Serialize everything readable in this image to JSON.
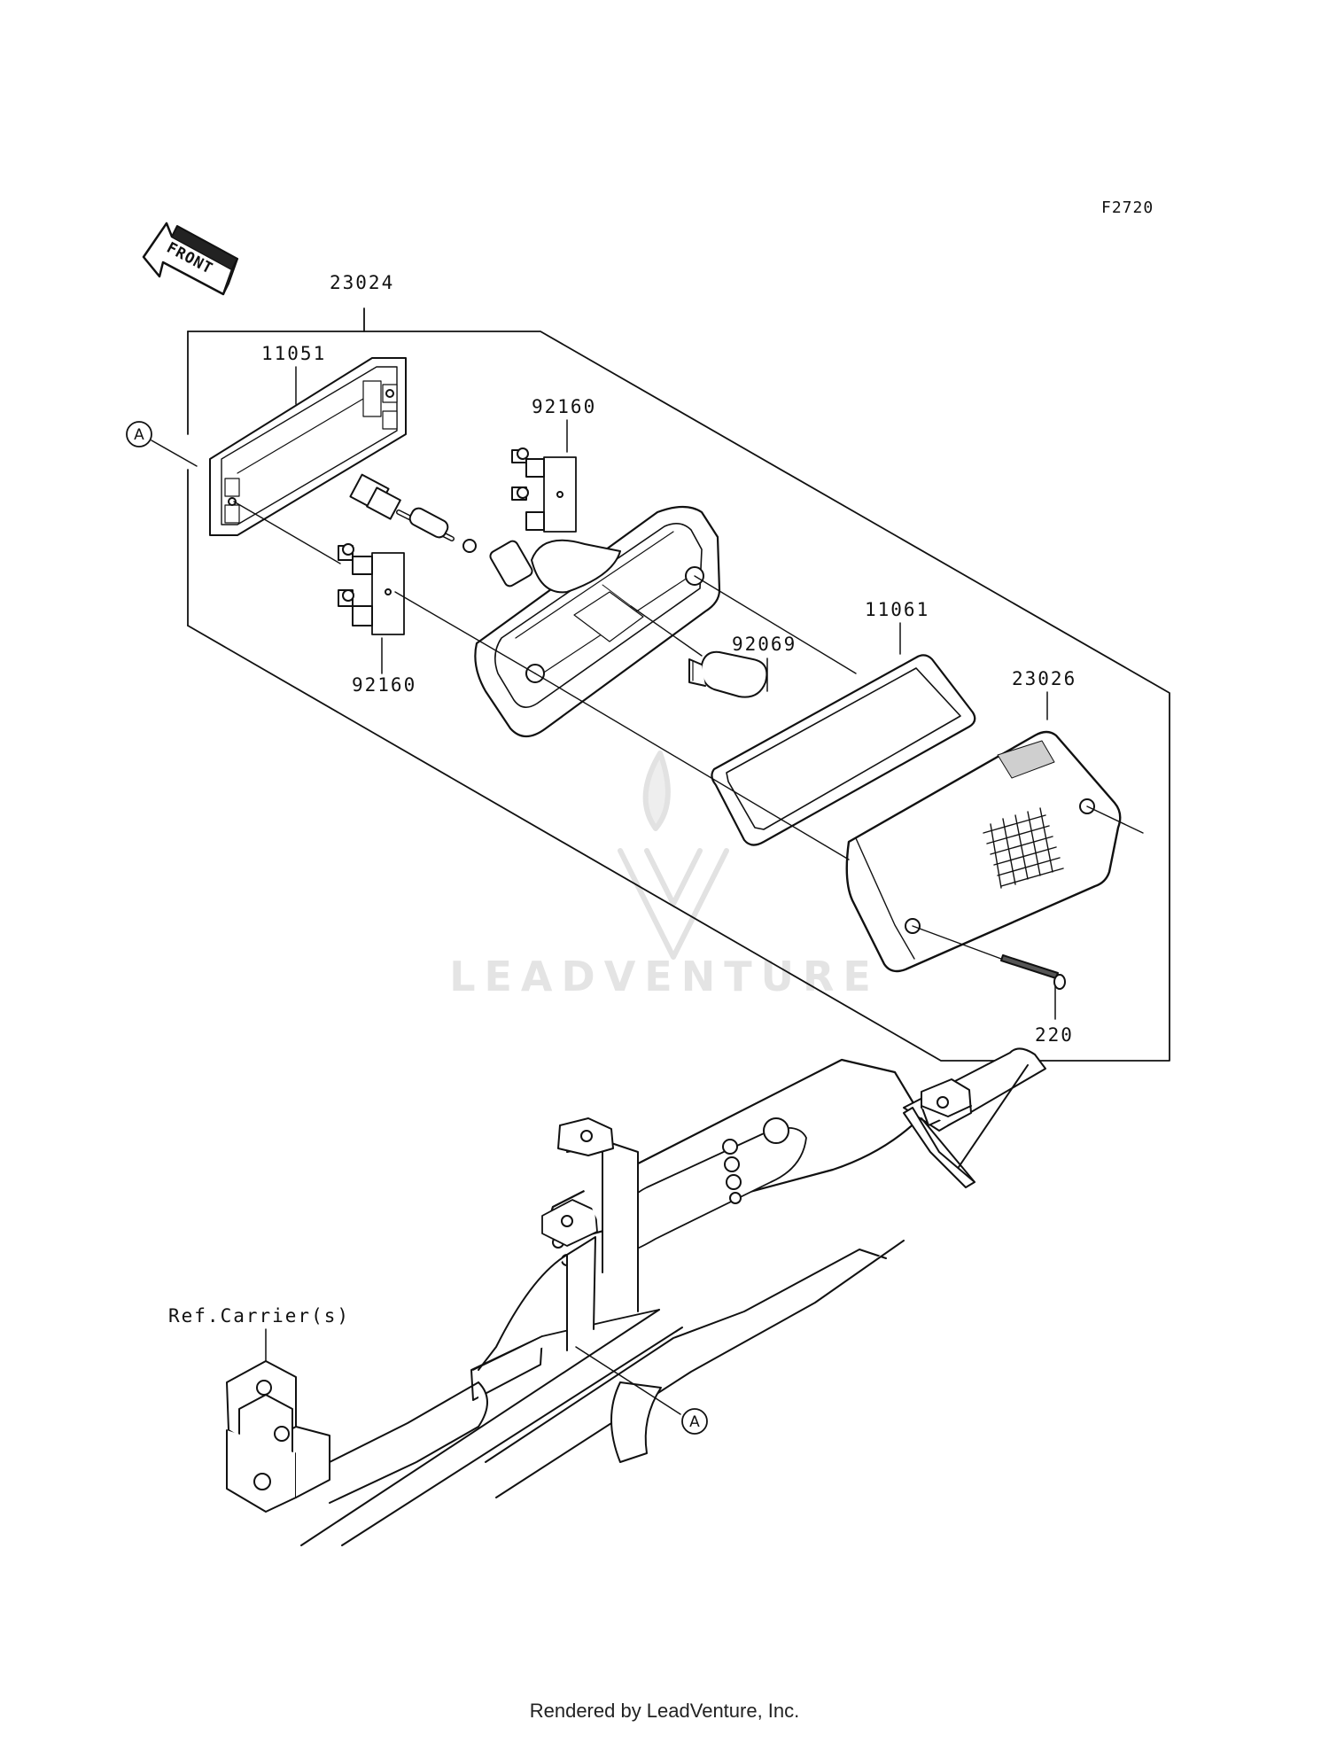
{
  "figure_code": "F2720",
  "front_label": "FRONT",
  "watermark": "LEADVENTURE",
  "footer": "Rendered by LeadVenture, Inc.",
  "callouts": {
    "assembly": "23024",
    "bracket": "11051",
    "socket_upper": "92160",
    "socket_lower": "92160",
    "bulb": "92069",
    "gasket": "11061",
    "lens": "23026",
    "screw": "220",
    "ref_carrier": "Ref.Carrier(s)",
    "ref_a_top": "A",
    "ref_a_bottom": "A"
  }
}
